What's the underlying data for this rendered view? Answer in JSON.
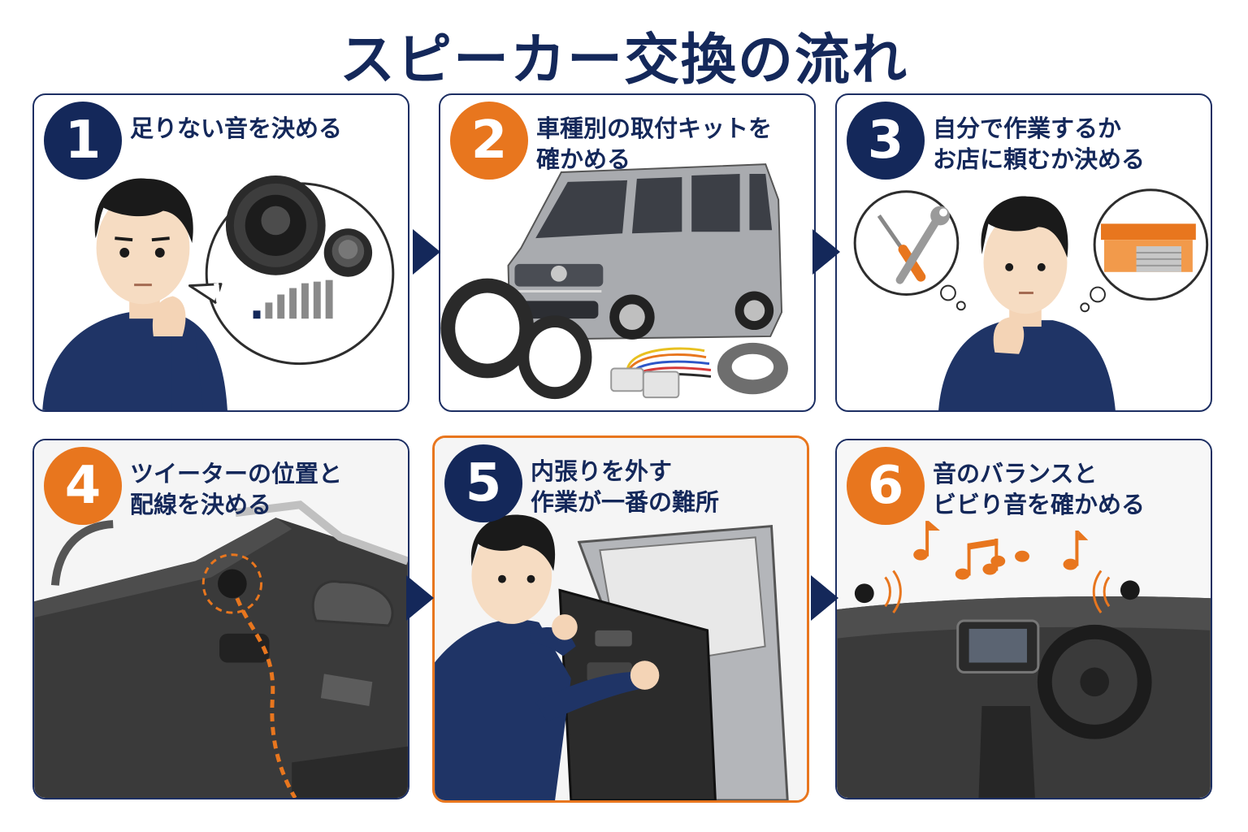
{
  "title": "スピーカー交換の流れ",
  "colors": {
    "navy": "#14285a",
    "orange": "#e8761e",
    "border": "#1d2f63"
  },
  "steps": [
    {
      "number": "1",
      "badge_color": "navy",
      "lines": [
        "足りない音を決める"
      ]
    },
    {
      "number": "2",
      "badge_color": "orange",
      "lines": [
        "車種別の取付キットを",
        "確かめる"
      ]
    },
    {
      "number": "3",
      "badge_color": "navy",
      "lines": [
        "自分で作業するか",
        "お店に頼むか決める"
      ]
    },
    {
      "number": "4",
      "badge_color": "orange",
      "lines": [
        "ツイーターの位置と",
        "配線を決める"
      ]
    },
    {
      "number": "5",
      "badge_color": "navy",
      "lines": [
        "内張りを外す",
        "作業が一番の難所"
      ]
    },
    {
      "number": "6",
      "badge_color": "orange",
      "lines": [
        "音のバランスと",
        "ビビり音を確かめる"
      ]
    }
  ],
  "icons": [
    "next-arrow-icon",
    "thinking-person-icon",
    "speaker-icon",
    "tweeter-icon",
    "volume-bars-icon",
    "car-icon",
    "mounting-bracket-icon",
    "wiring-harness-icon",
    "screwdriver-icon",
    "wrench-icon",
    "shop-icon",
    "door-panel-icon",
    "music-note-icon",
    "dashboard-icon"
  ]
}
